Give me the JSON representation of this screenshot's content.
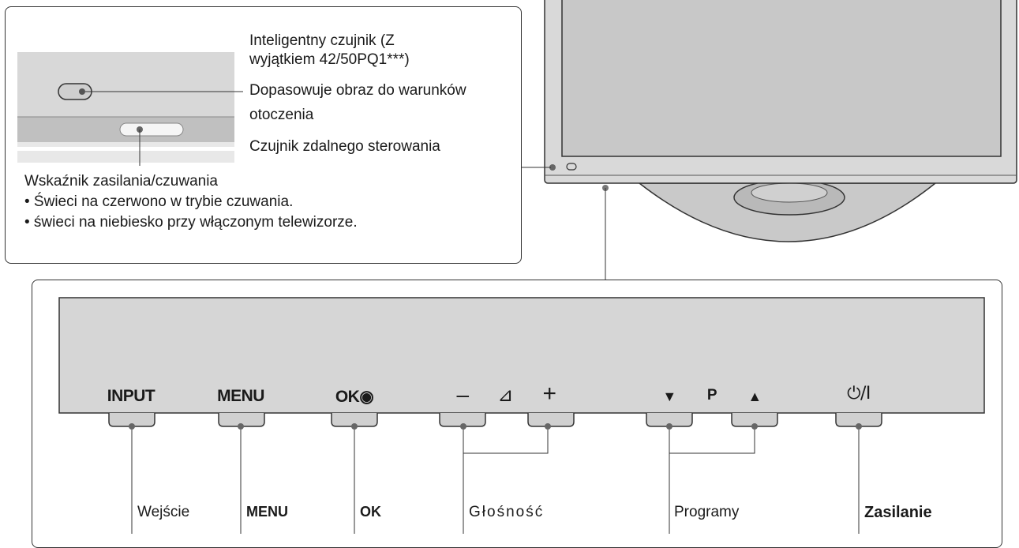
{
  "sensor_callout": {
    "intelligent_sensor_line1": "Inteligentny czujnik (Z",
    "intelligent_sensor_line2": "wyjątkiem 42/50PQ1***)",
    "intelligent_sensor_line3": "Dopasowuje obraz do warunków",
    "intelligent_sensor_line4": "otoczenia",
    "remote_sensor": "Czujnik zdalnego sterowania",
    "power_indicator_title": "Wskaźnik zasilania/czuwania",
    "power_indicator_bullet1": "• Świeci na czerwono w trybie czuwania.",
    "power_indicator_bullet2": "• świeci na niebiesko przy włączonym telewizorze."
  },
  "buttons": {
    "input": "INPUT",
    "menu": "MENU",
    "ok": "OK◉",
    "vol_minus": "–",
    "vol_icon": "⊿",
    "vol_plus": "+",
    "prog_down": "▼",
    "prog_p": "P",
    "prog_up": "▲",
    "power": "⏻/I"
  },
  "labels": {
    "input": "Wejście",
    "menu": "MENU",
    "ok": "OK",
    "volume": "Głośność",
    "programs": "Programy",
    "power": "Zasilanie"
  },
  "colors": {
    "panel_gray": "#d6d6d6",
    "screen_gray": "#c8c8c8",
    "line": "#333333"
  }
}
